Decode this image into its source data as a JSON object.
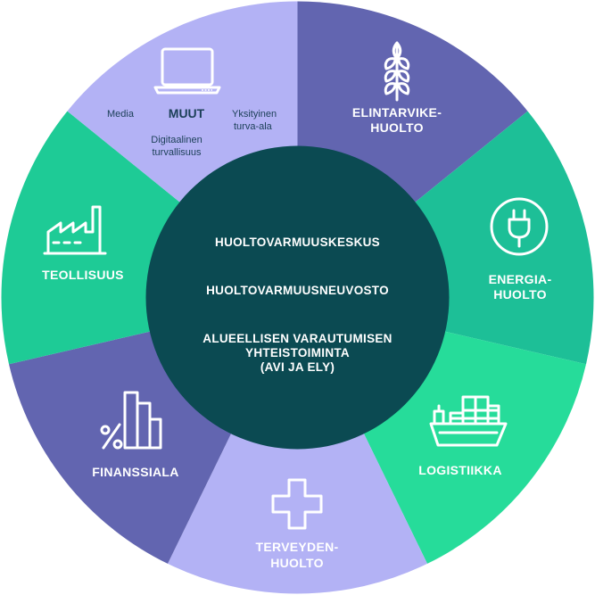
{
  "center": {
    "line1": "HUOLTOVARMUUSKESKUS",
    "line2": "HUOLTOVARMUUSNEUVOSTO",
    "line3a": "ALUEELLISEN VARAUTUMISEN",
    "line3b": "YHTEISTOIMINTA",
    "line3c": "(AVI JA ELY)"
  },
  "sectors": {
    "elintarvike": {
      "line1": "ELINTARVIKE-",
      "line2": "HUOLTO",
      "icon": "wheat-icon",
      "color": "#6265b0"
    },
    "energia": {
      "line1": "ENERGIA-",
      "line2": "HUOLTO",
      "icon": "power-plug-icon",
      "color": "#1dbf97"
    },
    "logistiikka": {
      "label": "LOGISTIIKKA",
      "icon": "cargo-ship-icon",
      "color": "#26dc9a"
    },
    "terveys": {
      "line1": "TERVEYDEN-",
      "line2": "HUOLTO",
      "icon": "medical-cross-icon",
      "color": "#b3b2f5"
    },
    "finanssi": {
      "label": "FINANSSIALA",
      "icon": "finance-chart-icon",
      "color": "#6265b0"
    },
    "teollisuus": {
      "label": "TEOLLISUUS",
      "icon": "factory-icon",
      "color": "#1ecb96"
    },
    "muut": {
      "title": "MUUT",
      "media": "Media",
      "yksityinen1": "Yksityinen",
      "yksityinen2": "turva-ala",
      "digitaalinen1": "Digitaalinen",
      "digitaalinen2": "turvallisuus",
      "icon": "laptop-icon",
      "color": "#b3b2f5"
    }
  },
  "colors": {
    "center": "#0b4a52",
    "dark_text": "#1b3f57",
    "white_text": "#ffffff"
  }
}
